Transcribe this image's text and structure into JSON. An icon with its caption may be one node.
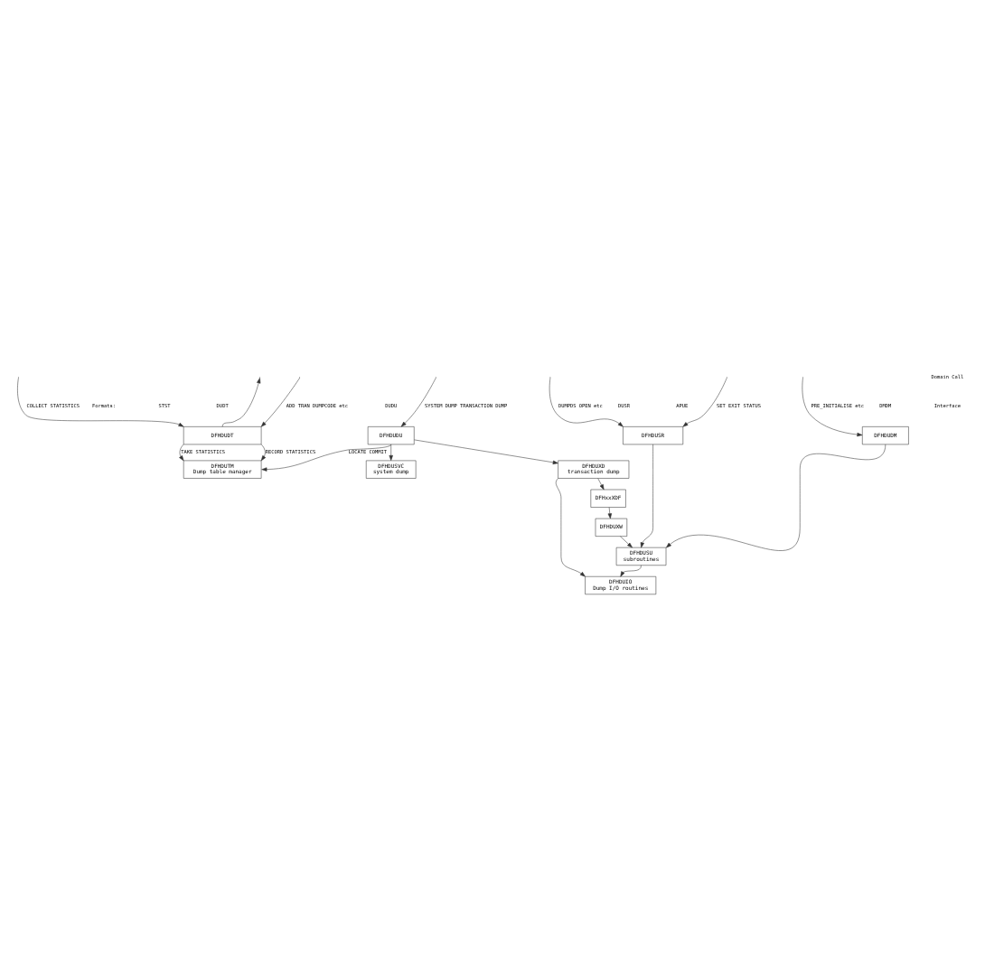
{
  "diagram": {
    "nodes": [
      {
        "text": [
          "DFHDUDT"
        ]
      },
      {
        "text": [
          "DFHDUDU"
        ]
      },
      {
        "text": [
          "DFHDUSR"
        ]
      },
      {
        "text": [
          "DFHDUDM"
        ]
      },
      {
        "text": [
          "DFHDUTM",
          "Dump table manager"
        ]
      },
      {
        "text": [
          "DFHDUXD",
          "transaction dump"
        ]
      },
      {
        "text": [
          "DFHxxXDF"
        ]
      },
      {
        "text": [
          "DFHDUSVC",
          "system dump"
        ]
      },
      {
        "text": [
          "DFHDUXW"
        ]
      },
      {
        "text": [
          "DFHDUSU",
          "subroutines"
        ]
      },
      {
        "text": [
          "DFHDUIO",
          "Dump I/O routines"
        ]
      }
    ],
    "edges": [
      {
        "from": null,
        "to": 0,
        "arrow": "to",
        "label": "COLLECT STATISTICS"
      },
      {
        "from": 0,
        "to": null,
        "arrow": "to"
      },
      {
        "from": null,
        "to": 0,
        "arrow": "to",
        "label": "ADD TRAN DUMPCODE etc"
      },
      {
        "from": null,
        "to": 1,
        "arrow": "to",
        "label": "SYSTEM DUMP TRANSACTION DUMP"
      },
      {
        "from": null,
        "to": 2,
        "arrow": "to",
        "label": "DUMPDS OPEN etc"
      },
      {
        "from": null,
        "to": 2,
        "arrow": "to",
        "label": "SET EXIT STATUS"
      },
      {
        "from": null,
        "to": 3,
        "arrow": "to",
        "label": "PRE_INITIALISE etc"
      },
      {
        "from": 0,
        "to": 4,
        "arrow": "to",
        "label": "TAKE STATISTICS"
      },
      {
        "from": 0,
        "to": 4,
        "arrow": "to",
        "label": "RECORD STATISTICS"
      },
      {
        "from": 1,
        "to": 4,
        "arrow": "to",
        "label": "LOCATE COMMIT"
      },
      {
        "from": 1,
        "to": 7,
        "arrow": "to"
      },
      {
        "from": 1,
        "to": 5,
        "arrow": "to"
      },
      {
        "from": 5,
        "to": 6,
        "arrow": "to"
      },
      {
        "from": 6,
        "to": 8,
        "arrow": "to"
      },
      {
        "from": 8,
        "to": 9,
        "arrow": "to"
      },
      {
        "from": 5,
        "to": 10,
        "arrow": "to"
      },
      {
        "from": 2,
        "to": 9,
        "arrow": "to"
      },
      {
        "from": 3,
        "to": 9,
        "arrow": "to"
      },
      {
        "from": 9,
        "to": 10,
        "arrow": "to"
      }
    ],
    "labels": [
      "Domain Call",
      "Formats:",
      "STST",
      "DUDT",
      "DUDU",
      "DUSR",
      "APUE",
      "DMDM",
      "Interface"
    ]
  }
}
